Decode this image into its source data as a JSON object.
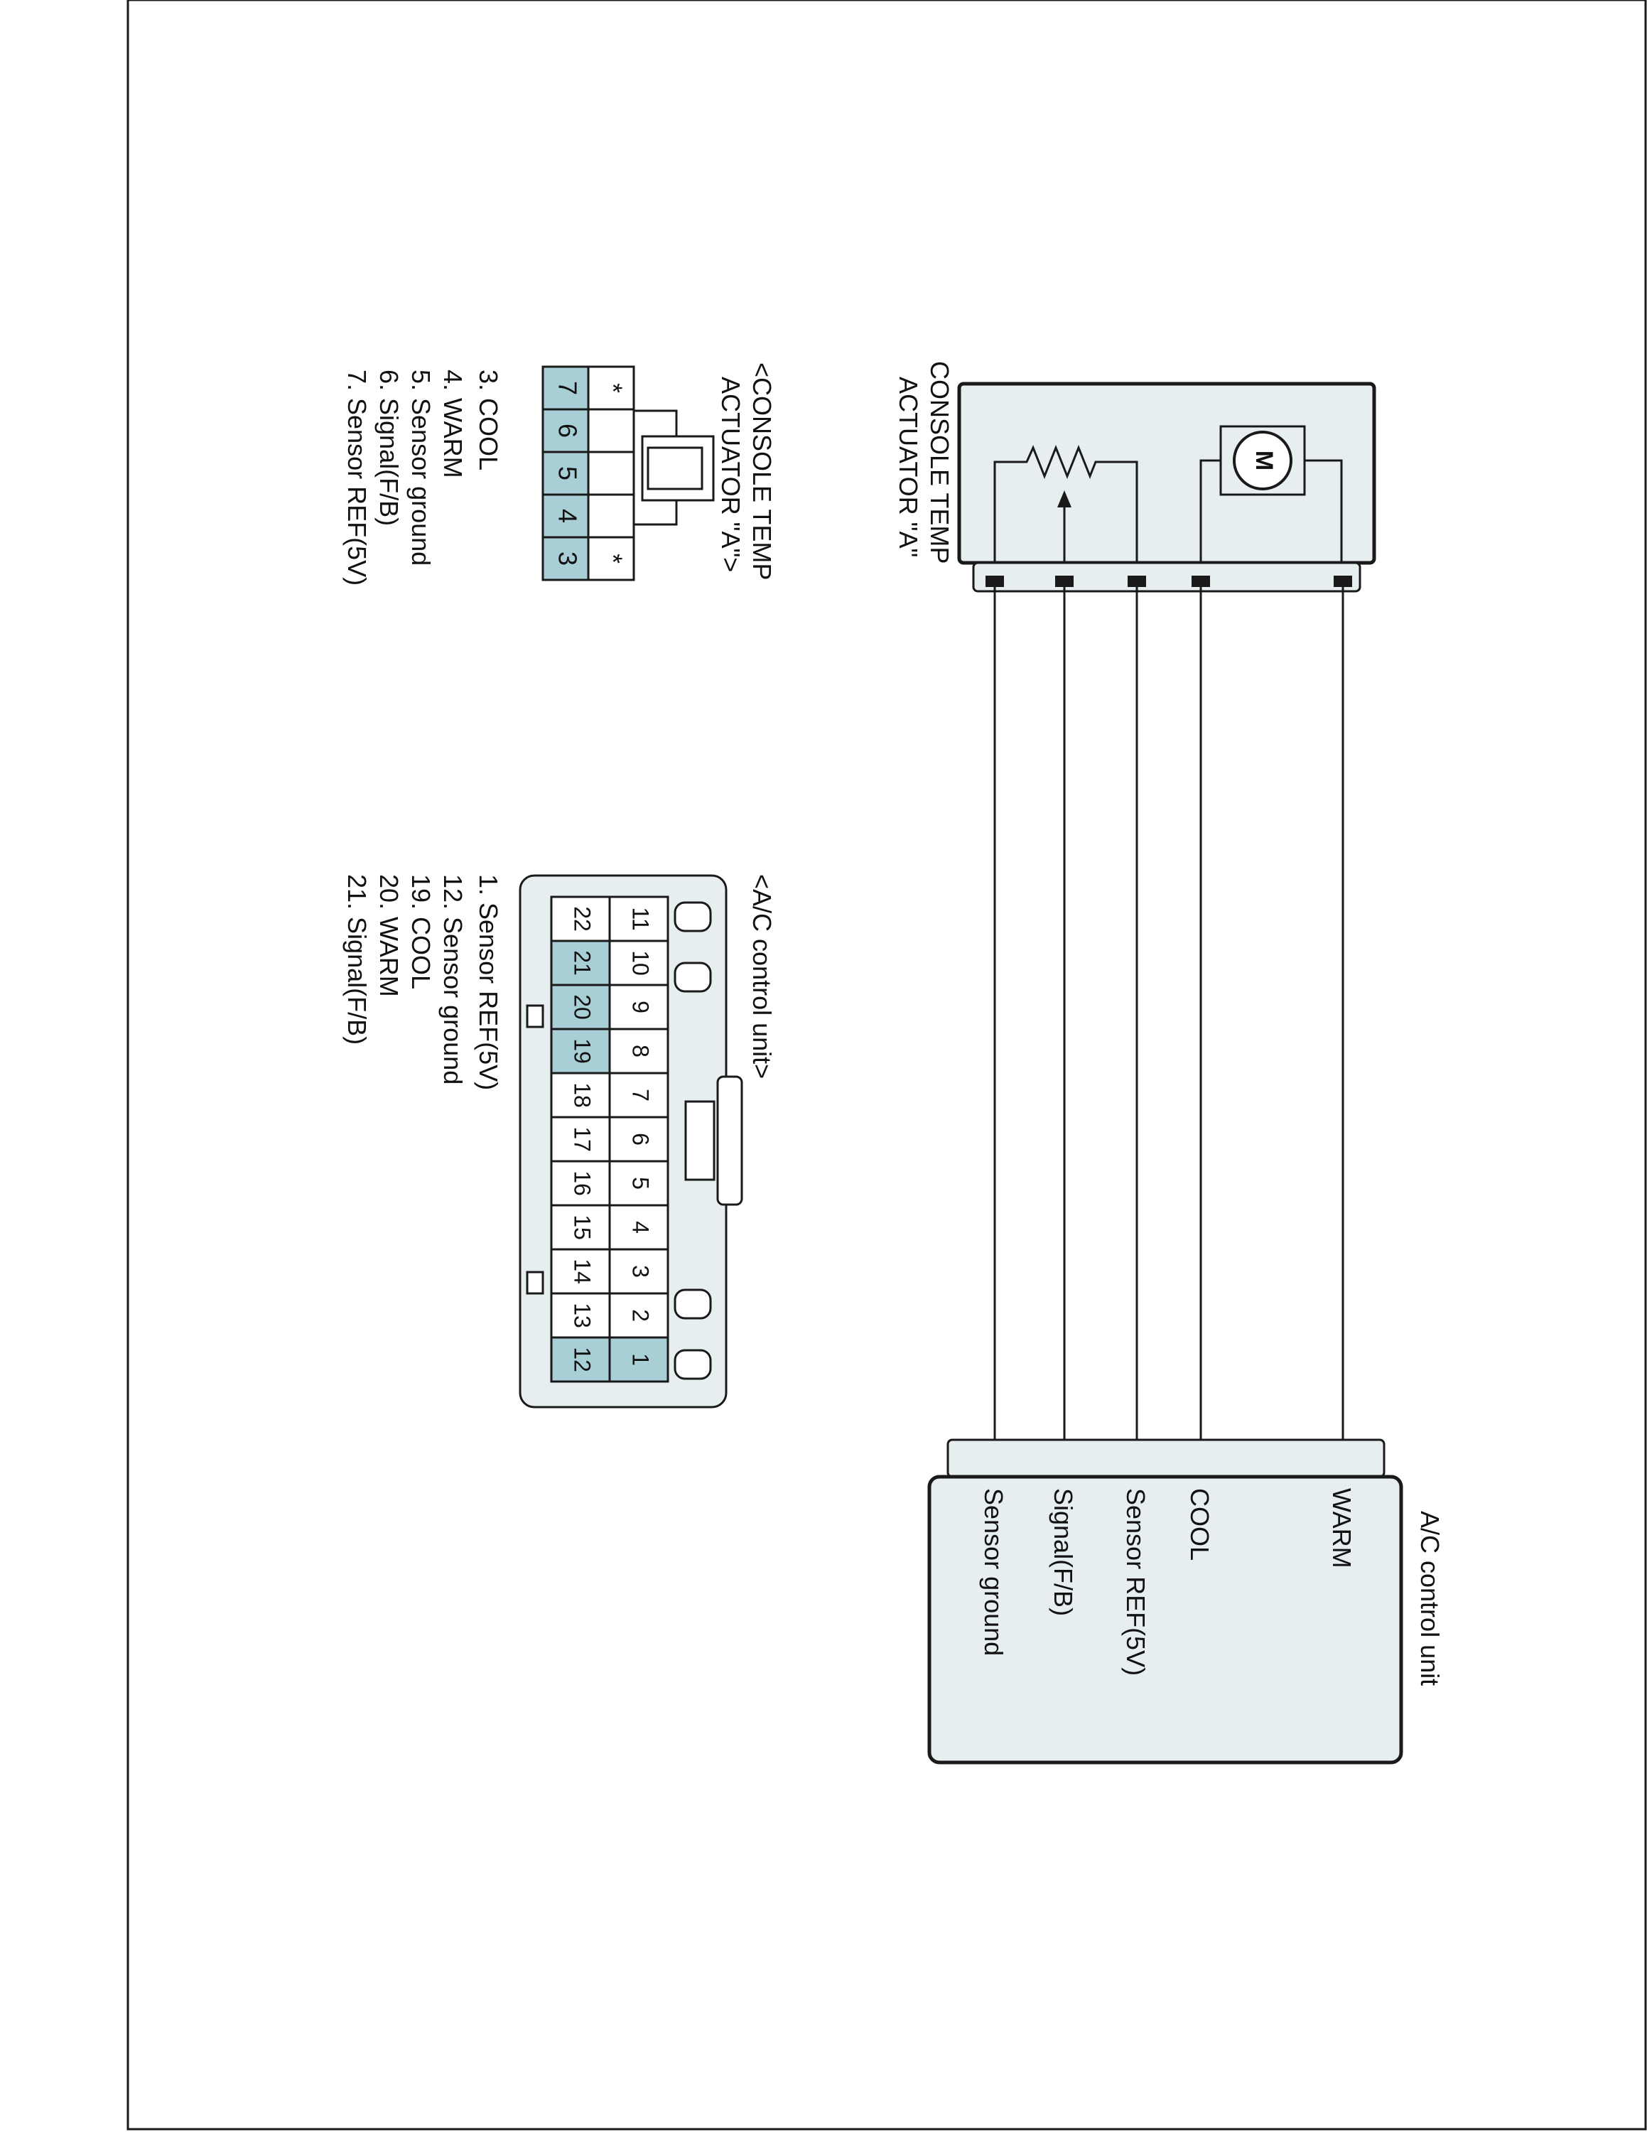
{
  "colors": {
    "fill": "#e6eef0",
    "highlight": "#a9cfd6",
    "line": "#1a1a1a"
  },
  "actuator": {
    "title_line1": "CONSOLE TEMP",
    "title_line2": "ACTUATOR \"A\"",
    "motor_symbol": "M"
  },
  "control_unit": {
    "title": "A/C control unit",
    "pins": [
      "WARM",
      "COOL",
      "Sensor REF(5V)",
      "Signal(F/B)",
      "Sensor ground"
    ]
  },
  "actuator_connector": {
    "title_line1": "<CONSOLE TEMP",
    "title_line2": "ACTUATOR \"A\">",
    "top_row": [
      "*",
      "",
      "",
      "",
      "*"
    ],
    "bottom_row": [
      "7",
      "6",
      "5",
      "4",
      "3"
    ],
    "legend": [
      "3. COOL",
      "4. WARM",
      "5. Sensor ground",
      "6. Signal(F/B)",
      "7. Sensor REF(5V)"
    ]
  },
  "unit_connector": {
    "title": "<A/C control unit>",
    "top_row": [
      "11",
      "10",
      "9",
      "8",
      "7",
      "6",
      "5",
      "4",
      "3",
      "2",
      "1"
    ],
    "bottom_row": [
      "22",
      "21",
      "20",
      "19",
      "18",
      "17",
      "16",
      "15",
      "14",
      "13",
      "12"
    ],
    "legend": [
      "1. Sensor REF(5V)",
      "12. Sensor ground",
      "19. COOL",
      "20. WARM",
      "21. Signal(F/B)"
    ]
  }
}
